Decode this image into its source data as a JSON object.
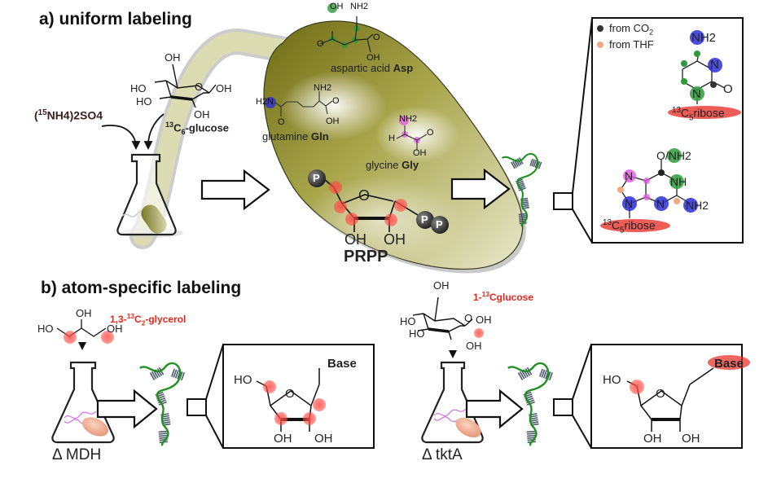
{
  "panel_a": {
    "title": "a) uniform labeling",
    "nitrogen_source": {
      "pre": "(",
      "iso": "15",
      "formula": "NH4)2SO4"
    },
    "carbon_source": {
      "iso": "13",
      "main": "C",
      "sub": "6",
      "suffix": "-glucose"
    },
    "glucose_groups": [
      "OH",
      "HO",
      "HO",
      "OH",
      "OH",
      "O"
    ],
    "amino_acids": [
      {
        "name": "aspartic acid",
        "abbr": "Asp",
        "label_color": "#2e9b3a"
      },
      {
        "name": "glutamine",
        "abbr": "Gln",
        "label_color": "#2c2fd6"
      },
      {
        "name": "glycine",
        "abbr": "Gly",
        "label_color": "#e05ae0"
      }
    ],
    "asp_groups": [
      "OH",
      "NH2",
      "O",
      "O",
      "OH"
    ],
    "gln_groups": [
      "H2N",
      "NH2",
      "O",
      "O",
      "OH"
    ],
    "gly_groups": [
      "NH2",
      "H",
      "O",
      "OH"
    ],
    "prpp": {
      "label": "PRPP",
      "phosphate": "P",
      "groups": [
        "O",
        "OH",
        "OH"
      ]
    },
    "legend": [
      {
        "label": "from CO",
        "sub": "2",
        "color": "#333333"
      },
      {
        "label": "from THF",
        "sub": "",
        "color": "#f0a882"
      }
    ],
    "pyrimidine": {
      "groups": [
        "NH2",
        "N",
        "O",
        "N"
      ],
      "ribose": {
        "iso": "13",
        "main": "C",
        "sub": "5",
        "suffix": "ribose"
      }
    },
    "purine": {
      "groups": [
        "O/NH2",
        "NH",
        "N",
        "N",
        "N",
        "NH2"
      ],
      "ribose": {
        "iso": "13",
        "main": "C",
        "sub": "5",
        "suffix": "ribose"
      }
    }
  },
  "panel_b": {
    "title": "b) atom-specific labeling",
    "left": {
      "precursor": {
        "pre": "1,3-",
        "iso": "13",
        "main": "C",
        "sub": "2",
        "suffix": "-glycerol"
      },
      "glycerol_groups": [
        "OH",
        "HO",
        "OH"
      ],
      "strain": "Δ MDH",
      "ribose": {
        "base": "Base",
        "groups": [
          "HO",
          "O",
          "OH",
          "OH"
        ]
      }
    },
    "right": {
      "precursor": {
        "pre": "1-",
        "iso": "13",
        "main": "Cglucose",
        "sub": "",
        "suffix": ""
      },
      "glucose_groups": [
        "OH",
        "HO",
        "HO",
        "OH",
        "OH",
        "O"
      ],
      "strain": "Δ tktA",
      "ribose": {
        "base": "Base",
        "groups": [
          "HO",
          "O",
          "OH",
          "OH"
        ]
      }
    }
  },
  "colors": {
    "label_13c": "#e8261d",
    "cell_olive": "#8a8a2a",
    "cell_light": "#d8d8a6",
    "nitrogen_15": "#2c2fd6",
    "asp_green": "#2e9b3a",
    "gly_magenta": "#e05ae0",
    "bacterium_pink": "#f2a98a",
    "rna_green": "#1f8f1f",
    "rna_grey": "#4a5a6a"
  }
}
